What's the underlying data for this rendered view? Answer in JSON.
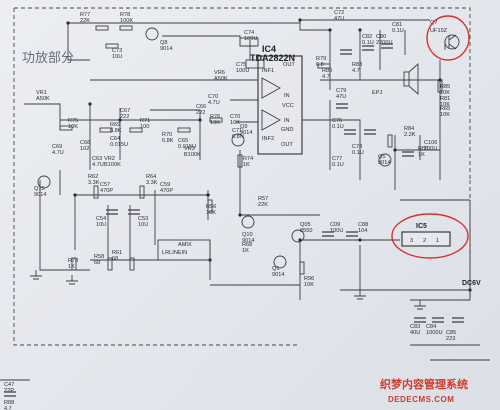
{
  "section_title": "功放部分",
  "ic4": {
    "name": "IC4",
    "part": "TDA2822N",
    "pins": [
      "OUT",
      "IN",
      "VCC",
      "IN",
      "GND",
      "OUT",
      "INF1",
      "INF2"
    ]
  },
  "ic5": {
    "name": "IC5",
    "pins": [
      "3",
      "2",
      "1"
    ]
  },
  "q7": {
    "name": "Q7",
    "part": "UF15Z"
  },
  "power": {
    "label": "DC6V"
  },
  "components": [
    {
      "id": "R77",
      "value": "22K"
    },
    {
      "id": "R78",
      "value": "100K"
    },
    {
      "id": "C73",
      "value": "10U"
    },
    {
      "id": "Q8",
      "value": "9014"
    },
    {
      "id": "C74",
      "value": "100U"
    },
    {
      "id": "C75",
      "value": "100U"
    },
    {
      "id": "C72",
      "value": "47U"
    },
    {
      "id": "C82",
      "value": "0.1U"
    },
    {
      "id": "C80",
      "value": "2200U"
    },
    {
      "id": "C81",
      "value": "0.1U"
    },
    {
      "id": "R79",
      "value": "6.8"
    },
    {
      "id": "R80",
      "value": "4.7"
    },
    {
      "id": "R83",
      "value": "4.7"
    },
    {
      "id": "R81",
      "value": "10K"
    },
    {
      "id": "C79",
      "value": "47U"
    },
    {
      "id": "C76",
      "value": "0.1U"
    },
    {
      "id": "C77",
      "value": "0.1U"
    },
    {
      "id": "C78",
      "value": "0.1U"
    },
    {
      "id": "VR1",
      "value": "A50K"
    },
    {
      "id": "R75",
      "value": "10K"
    },
    {
      "id": "C69",
      "value": "4.7U"
    },
    {
      "id": "C68",
      "value": "102"
    },
    {
      "id": "C67",
      "value": "222"
    },
    {
      "id": "R69",
      "value": "6.8K"
    },
    {
      "id": "R71",
      "value": "100"
    },
    {
      "id": "C64",
      "value": "0.015U"
    },
    {
      "id": "C63",
      "value": "4.7U"
    },
    {
      "id": "VR2",
      "value": "B100K"
    },
    {
      "id": "VR3",
      "value": "B100K"
    },
    {
      "id": "R70",
      "value": "6.8K"
    },
    {
      "id": "C65",
      "value": "0.015U"
    },
    {
      "id": "C66",
      "value": "222"
    },
    {
      "id": "R76",
      "value": "10K"
    },
    {
      "id": "C70",
      "value": "10K"
    },
    {
      "id": "C71",
      "value": "6.8N"
    },
    {
      "id": "Q9",
      "value": "9014"
    },
    {
      "id": "R74",
      "value": "1K"
    },
    {
      "id": "VR6",
      "value": "A50K"
    },
    {
      "id": "C70b",
      "value": "4.7U"
    },
    {
      "id": "Q15",
      "value": "9014"
    },
    {
      "id": "R62",
      "value": "3.3K"
    },
    {
      "id": "C57",
      "value": "470P"
    },
    {
      "id": "R64",
      "value": "3.3K"
    },
    {
      "id": "C59",
      "value": "470P"
    },
    {
      "id": "C54",
      "value": "10U"
    },
    {
      "id": "C53",
      "value": "10U"
    },
    {
      "id": "R73",
      "value": "1K"
    },
    {
      "id": "R58",
      "value": "68"
    },
    {
      "id": "R61",
      "value": "68"
    },
    {
      "id": "R56",
      "value": "10K"
    },
    {
      "id": "R57",
      "value": "22K"
    },
    {
      "id": "Q10",
      "value": "9014"
    },
    {
      "id": "R68",
      "value": "1K"
    },
    {
      "id": "Q05",
      "value": "8550"
    },
    {
      "id": "Q1",
      "value": "9014"
    },
    {
      "id": "R96",
      "value": "10K"
    },
    {
      "id": "C09",
      "value": "100U"
    },
    {
      "id": "C88",
      "value": "104"
    },
    {
      "id": "R84",
      "value": "2.2K"
    },
    {
      "id": "Q5",
      "value": "9014"
    },
    {
      "id": "R85",
      "value": "10K"
    },
    {
      "id": "R86",
      "value": "1K"
    },
    {
      "id": "C106",
      "value": "100U"
    },
    {
      "id": "R65",
      "value": "10K"
    },
    {
      "id": "C83",
      "value": "40U"
    },
    {
      "id": "C84",
      "value": "1000U"
    },
    {
      "id": "C85",
      "value": "223"
    },
    {
      "id": "C47",
      "value": "22P"
    },
    {
      "id": "R88",
      "value": "4.7"
    },
    {
      "id": "EPJ",
      "value": ""
    }
  ],
  "connector": {
    "name": "AMIX",
    "label": "LRLINEIN"
  },
  "watermark": {
    "line1": "织梦内容管理系统",
    "line2": "DEDECMS.COM"
  },
  "colors": {
    "ink": "#3c3d44",
    "paper": "#e6e8ee",
    "highlight": "#d9322b",
    "watermark": "#d23a2a"
  }
}
